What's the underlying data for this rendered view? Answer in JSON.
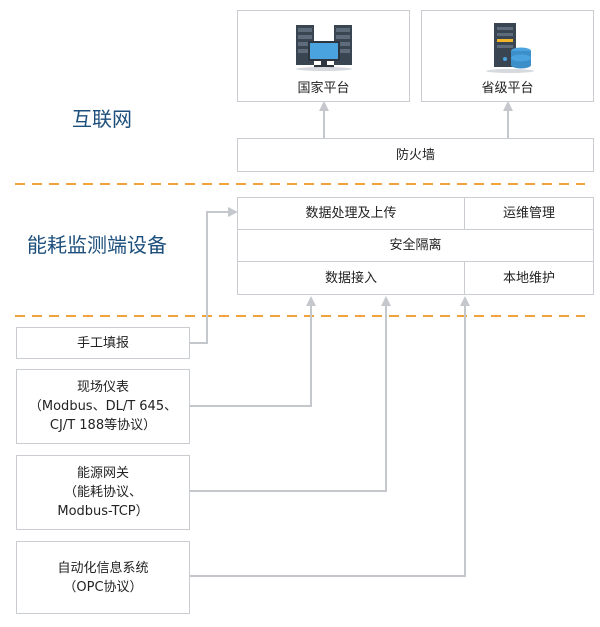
{
  "zones": {
    "internet": "互联网",
    "device": "能耗监测端设备"
  },
  "platforms": {
    "national": {
      "label": "国家平台",
      "icon": "server-rack-with-monitor-icon"
    },
    "provincial": {
      "label": "省级平台",
      "icon": "server-tower-with-database-icon"
    }
  },
  "firewall": "防火墙",
  "device_modules": {
    "data_processing": "数据处理及上传",
    "ops_management": "运维管理",
    "security_isolation": "安全隔离",
    "data_access": "数据接入",
    "local_maintenance": "本地维护"
  },
  "sources": {
    "manual_entry": "手工填报",
    "field_meters": "现场仪表\n（Modbus、DL/T 645、\nCJ/T 188等协议）",
    "energy_gateway": "能源网关\n（能耗协议、\nModbus-TCP）",
    "automation_system": "自动化信息系统\n（OPC协议）"
  },
  "colors": {
    "zone_label": "#1d4f7c",
    "divider": "#f0a23c",
    "connector": "#c4c8cd",
    "box_border": "#c9cdd2"
  }
}
